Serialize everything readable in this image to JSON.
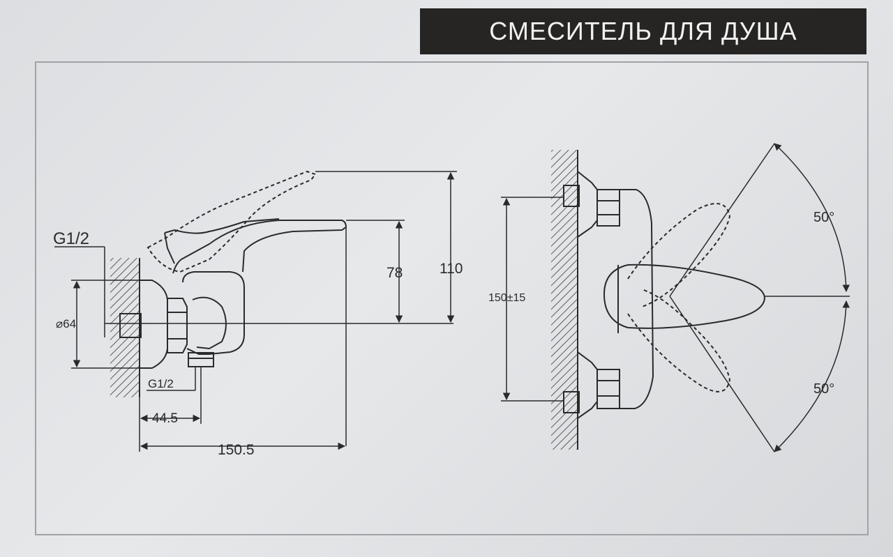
{
  "title": "СМЕСИТЕЛЬ ДЛЯ ДУША",
  "side_view": {
    "inlet_thread": "G1/2",
    "flange_diameter": "⌀64",
    "outlet_thread": "G1/2",
    "outlet_offset": "44.5",
    "total_length": "150.5",
    "spout_height": "78",
    "lever_height": "110"
  },
  "front_view": {
    "center_distance": "150±15",
    "lever_angle_up": "50°",
    "lever_angle_down": "50°"
  },
  "colors": {
    "line": "#2a2a2a",
    "title_bg": "#262524",
    "title_text": "#f2f2f2"
  }
}
